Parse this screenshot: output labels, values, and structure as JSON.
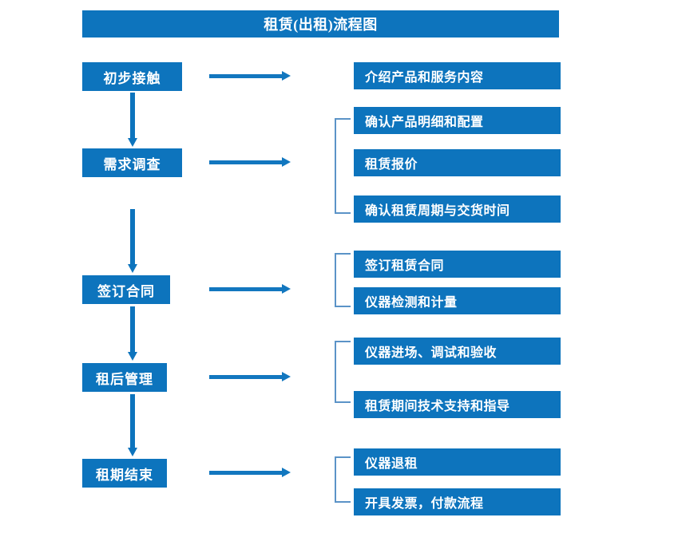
{
  "chart_data": {
    "type": "diagram",
    "title": "租赁(出租)流程图",
    "diagram_kind": "flowchart",
    "stages": [
      {
        "label": "初步接触",
        "details": [
          "介绍产品和服务内容"
        ]
      },
      {
        "label": "需求调查",
        "details": [
          "确认产品明细和配置",
          "租赁报价",
          "确认租赁周期与交货时间"
        ]
      },
      {
        "label": "签订合同",
        "details": [
          "签订租赁合同",
          "仪器检测和计量"
        ]
      },
      {
        "label": "租后管理",
        "details": [
          "仪器进场、调试和验收",
          "租赁期间技术支持和指导"
        ]
      },
      {
        "label": "租期结束",
        "details": [
          "仪器退租",
          "开具发票，付款流程"
        ]
      }
    ],
    "colors": {
      "box_fill": "#0d74bd",
      "box_text": "#ffffff",
      "arrow": "#1277bf",
      "bracket": "#5b93c7",
      "background": "#ffffff"
    }
  },
  "title": {
    "text": "租赁(出租)流程图"
  },
  "stages": [
    {
      "label": "初步接触"
    },
    {
      "label": "需求调查"
    },
    {
      "label": "签订合同"
    },
    {
      "label": "租后管理"
    },
    {
      "label": "租期结束"
    }
  ],
  "details": [
    {
      "label": "介绍产品和服务内容"
    },
    {
      "label": "确认产品明细和配置"
    },
    {
      "label": "租赁报价"
    },
    {
      "label": "确认租赁周期与交货时间"
    },
    {
      "label": "签订租赁合同"
    },
    {
      "label": "仪器检测和计量"
    },
    {
      "label": "仪器进场、调试和验收"
    },
    {
      "label": "租赁期间技术支持和指导"
    },
    {
      "label": "仪器退租"
    },
    {
      "label": "开具发票，付款流程"
    }
  ]
}
